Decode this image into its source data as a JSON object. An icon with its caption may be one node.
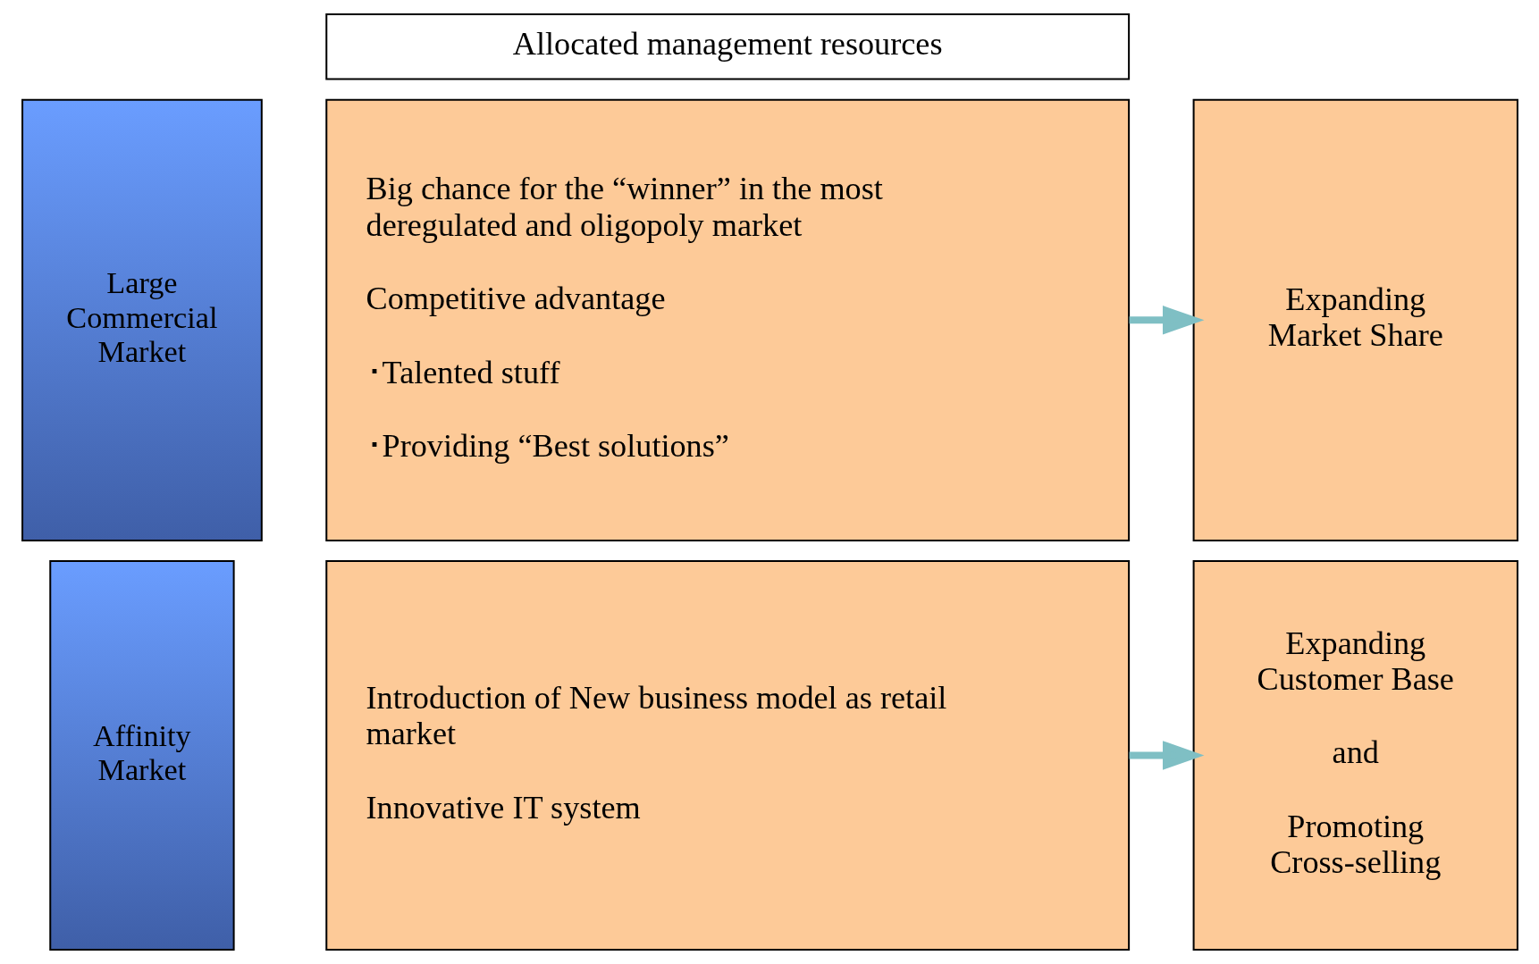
{
  "diagram": {
    "nodes": [
      {
        "text": [
          "Allocated management resources"
        ]
      },
      {
        "text": [
          "Large Commercial Market"
        ]
      },
      {
        "text": [
          "Big chance for the “winner” in the most deregulated and oligopoly market",
          "Competitive advantage",
          "･Talented stuff",
          "･Providing “Best solutions”"
        ]
      },
      {
        "text": [
          "Expanding Market Share"
        ]
      },
      {
        "text": [
          "Affinity Market"
        ]
      },
      {
        "text": [
          "Introduction of New business model as retail market",
          "Innovative IT system"
        ]
      },
      {
        "text": [
          "Expanding Customer Base",
          "and",
          "Promoting Cross-selling"
        ]
      }
    ],
    "edges": [
      {
        "from": 2,
        "to": 3,
        "arrow": "to"
      },
      {
        "from": 5,
        "to": 6,
        "arrow": "to"
      }
    ]
  }
}
